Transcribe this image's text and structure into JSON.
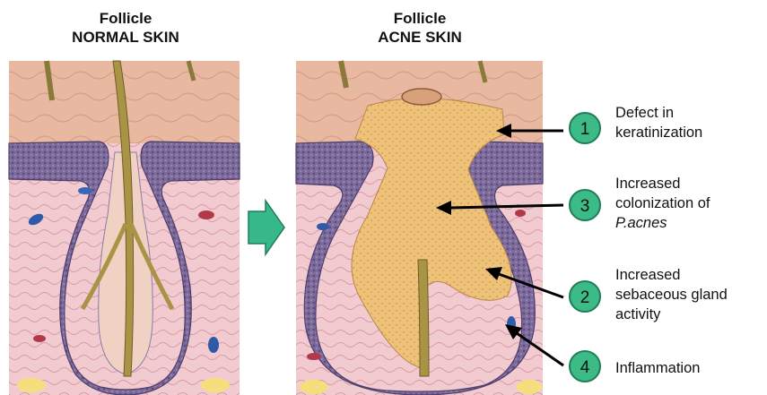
{
  "panels": {
    "normal": {
      "title_line1": "Follicle",
      "title_line2": "NORMAL SKIN"
    },
    "acne": {
      "title_line1": "Follicle",
      "title_line2": "ACNE SKIN"
    }
  },
  "annotations": [
    {
      "number": "1",
      "line1": "Defect in",
      "line2": "keratinization",
      "line3": ""
    },
    {
      "number": "3",
      "line1": "Increased",
      "line2": "colonization of",
      "line3": "P.acnes"
    },
    {
      "number": "2",
      "line1": "Increased",
      "line2": "sebaceous gland",
      "line3": "activity"
    },
    {
      "number": "4",
      "line1": "Inflammation",
      "line2": "",
      "line3": ""
    }
  ],
  "colors": {
    "badge_fill": "#3dbb86",
    "arrow_fill": "#37b889",
    "epidermis": "#7e6a9c",
    "dermis": "#f2c9cf",
    "surface": "#e6b39a",
    "sebum": "#e9b25e",
    "hair": "#9b8a3e"
  }
}
